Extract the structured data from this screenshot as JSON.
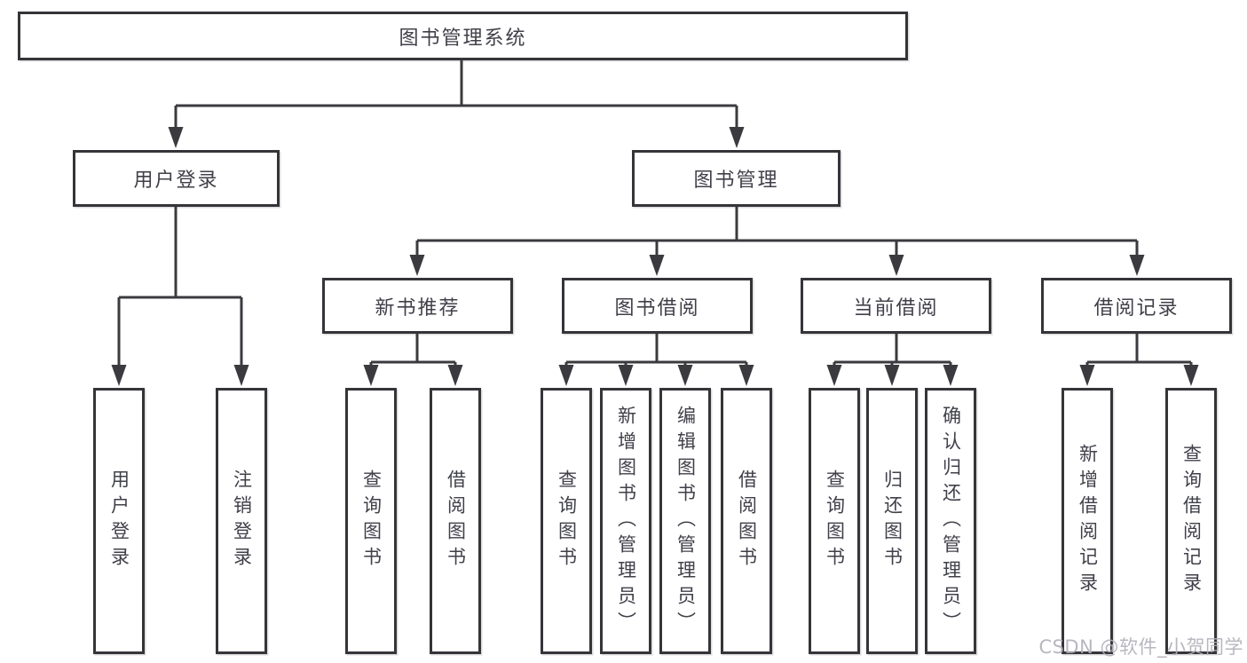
{
  "title": "图书管理系统",
  "level1": [
    "用户登录",
    "图书管理"
  ],
  "level2": [
    "新书推荐",
    "图书借阅",
    "当前借阅",
    "借阅记录"
  ],
  "leaves": [
    "用户登录",
    "注销登录",
    "查询图书",
    "借阅图书",
    "查询图书",
    "新增图书（管理员）",
    "编辑图书（管理员）",
    "借阅图书",
    "查询图书",
    "归还图书",
    "确认归还（管理员）",
    "新增借阅记录",
    "查询借阅记录"
  ],
  "watermark": "CSDN @软件_小贺同学",
  "colors": {
    "line": "#3b3b3f",
    "box-border": "#353539",
    "text": "#40404a",
    "watermark": "#b0b0b8",
    "background": "#ffffff"
  }
}
